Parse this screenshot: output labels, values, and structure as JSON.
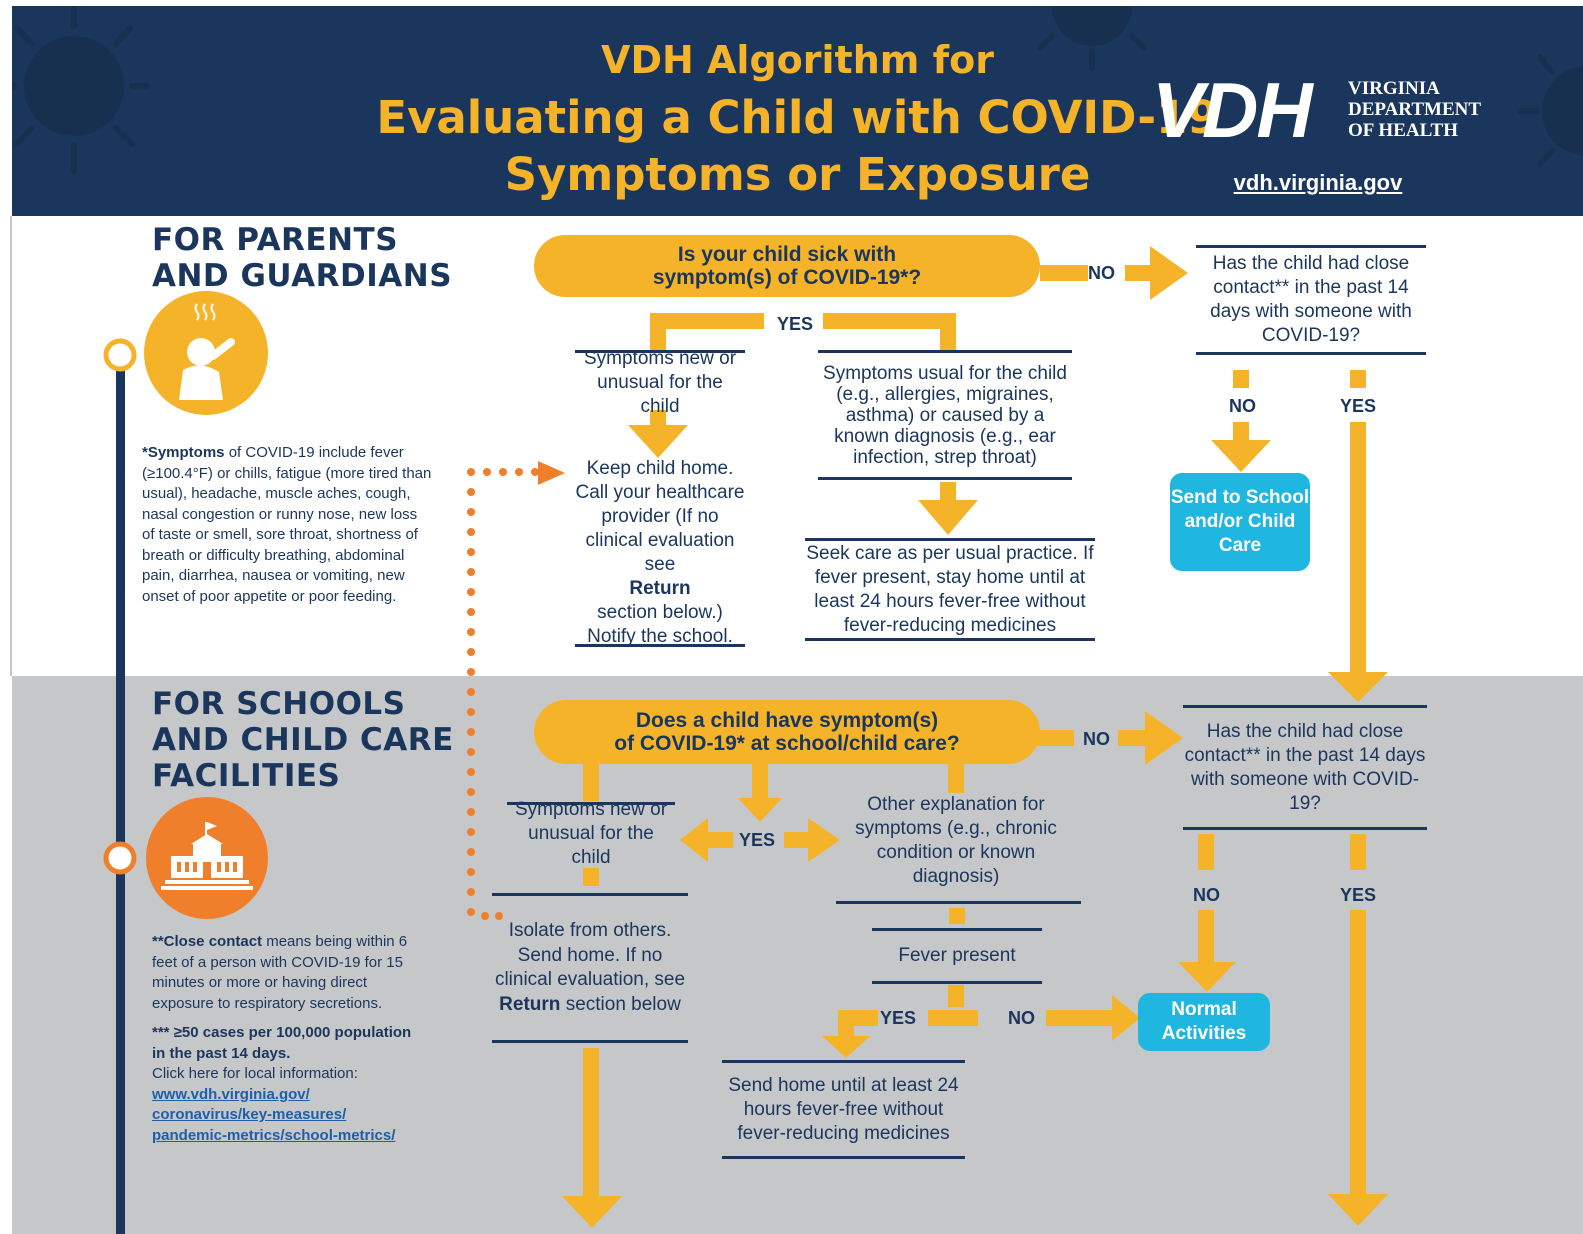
{
  "header": {
    "line1": "VDH Algorithm for",
    "line2": "Evaluating a Child with COVID-19",
    "line3": "Symptoms or Exposure",
    "logo_text": "VDH",
    "org_line1": "VIRGINIA",
    "org_line2": "DEPARTMENT",
    "org_line3": "OF HEALTH",
    "url": "vdh.virginia.gov"
  },
  "parents": {
    "heading_l1": "FOR PARENTS",
    "heading_l2": "AND GUARDIANS",
    "note_bold": "*Symptoms",
    "note_text": " of COVID-19 include fever (≥100.4°F) or chills, fatigue (more tired than usual), headache, muscle aches, cough, nasal congestion or runny nose, new loss of taste or smell, sore throat, shortness of breath or difficulty breathing, abdominal pain, diarrhea, nausea or vomiting, new onset of poor appetite or poor feeding.",
    "question_l1": "Is your child sick with",
    "question_l2": "symptom(s) of COVID-19*?",
    "new_symptoms": "Symptoms new or unusual for the child",
    "usual_symptoms": "Symptoms usual for the child (e.g., allergies, migraines, asthma) or caused by a known diagnosis (e.g., ear infection, strep throat)",
    "keep_home_a": "Keep child home. Call your healthcare provider (If no clinical evaluation see",
    "keep_home_bold": "Return",
    "keep_home_b": "section below.) Notify the school.",
    "seek_care": "Seek care as per usual practice. If fever present, stay home until at least 24 hours fever-free without fever-reducing medicines",
    "contact_question": "Has the child had close contact** in the past 14 days with someone with COVID-19?",
    "send_to_school": "Send to School and/or Child Care",
    "label_no": "NO",
    "label_yes": "YES"
  },
  "schools": {
    "heading_l1": "FOR SCHOOLS",
    "heading_l2": "AND CHILD CARE",
    "heading_l3": "FACILITIES",
    "close_bold": "**Close contact",
    "close_text": " means being within 6 feet of a person with COVID-19 for 15 minutes or more or having direct exposure to respiratory secretions.",
    "cases_bold": "*** ≥50 cases per 100,000 population in the past 14 days.",
    "cases_text": "Click here for local information:",
    "link_l1": "www.vdh.virginia.gov/",
    "link_l2": "coronavirus/key-measures/",
    "link_l3": "pandemic-metrics/school-metrics/",
    "question_l1": "Does a child have symptom(s)",
    "question_l2": "of COVID-19* at school/child care?",
    "new_symptoms": "Symptoms new or unusual for the child",
    "other_explanation": "Other explanation for symptoms (e.g., chronic condition or known diagnosis)",
    "isolate_a": "Isolate from others. Send home. If no clinical evaluation, see",
    "isolate_bold": "Return",
    "isolate_b": "section below",
    "fever_present": "Fever present",
    "send_home": "Send home until at least 24 hours fever-free without fever-reducing medicines",
    "contact_question": "Has the child had close contact** in the past 14 days with someone with COVID-19?",
    "normal_activities": "Normal Activities",
    "label_no": "NO",
    "label_yes": "YES"
  },
  "colors": {
    "navy": "#1b365d",
    "gold": "#f5b32a",
    "cyan": "#1fb6e0",
    "orange": "#f07f2c",
    "gray": "#c6c7c9"
  }
}
